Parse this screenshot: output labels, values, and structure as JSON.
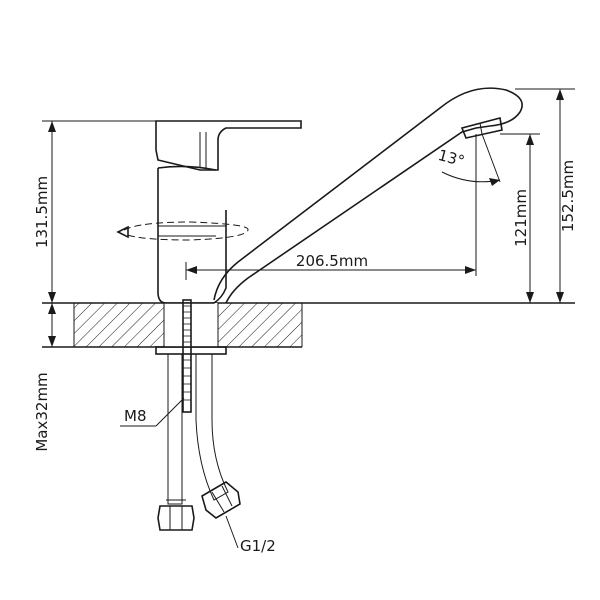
{
  "dimensions": {
    "total_height": "152.5mm",
    "body_height": "131.5mm",
    "spout_height": "121mm",
    "spout_reach": "206.5mm",
    "rotation_angle": "13°",
    "max_deck_thickness": "Max32mm"
  },
  "threads": {
    "stud": "M8",
    "hose": "G1/2"
  },
  "colors": {
    "line": "#1a1a1a",
    "background": "#ffffff"
  }
}
